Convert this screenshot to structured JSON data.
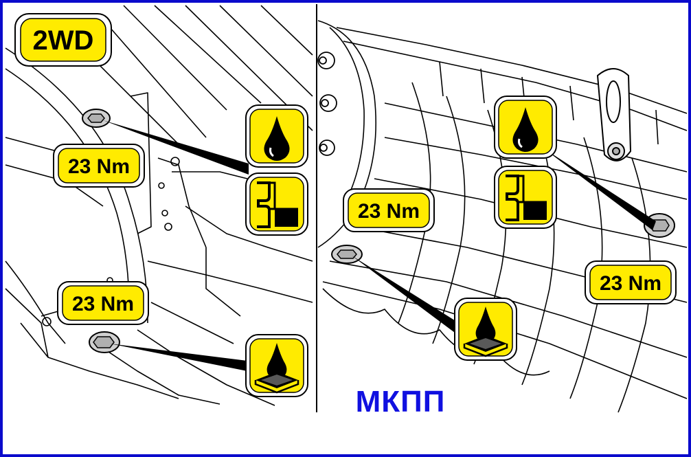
{
  "diagram": {
    "drive_badge": "2WD",
    "caption": "МКПП",
    "torque_labels": {
      "left_upper": "23 Nm",
      "left_lower": "23 Nm",
      "right_drain": "23 Nm",
      "right_fill": "23 Nm"
    },
    "icons": {
      "oil_fill": "oil-drop-icon",
      "oil_level": "oil-level-icon",
      "oil_drain": "oil-drain-icon"
    },
    "colors": {
      "label_fill": "#ffeb00",
      "frame": "#0a0acc",
      "caption": "#1010e0",
      "line_art": "#000000"
    }
  }
}
